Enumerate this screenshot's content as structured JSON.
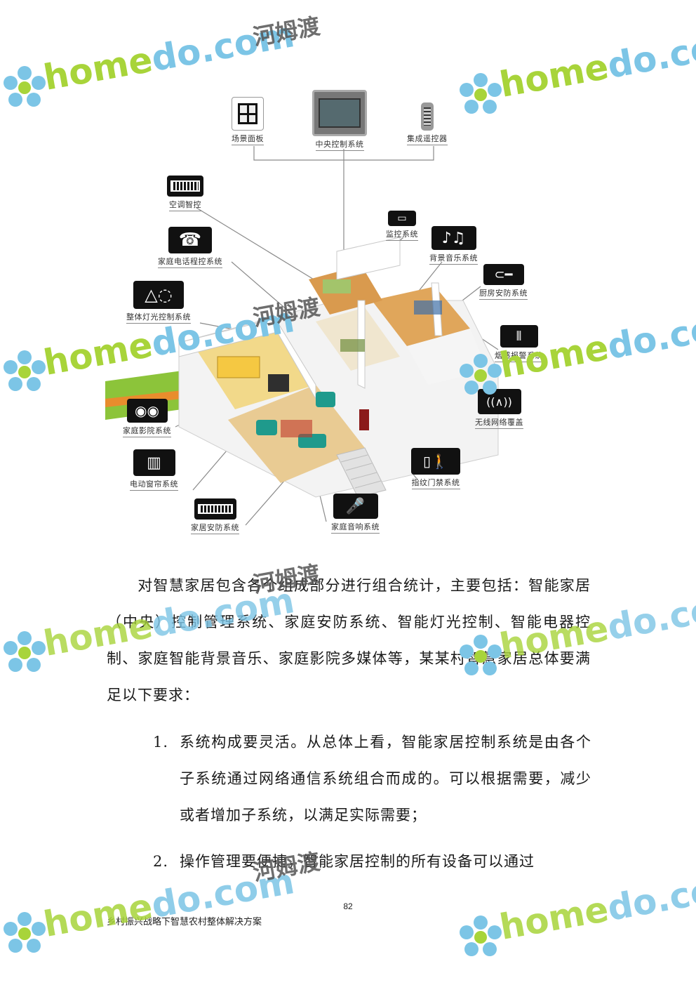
{
  "figure": {
    "callouts": {
      "scene_panel": "场景面板",
      "central_control": "中央控制系统",
      "remote": "集成遥控器",
      "ac": "空调智控",
      "phone": "家庭电话程控系统",
      "lighting": "整体灯光控制系统",
      "monitor": "监控系统",
      "music": "背景音乐系统",
      "kitchen": "厨房安防系统",
      "smoke": "烟感报警系统",
      "wireless": "无线网络覆盖",
      "theater": "家庭影院系统",
      "curtain": "电动窗帘系统",
      "fingerprint": "指纹门禁系统",
      "security": "家居安防系统",
      "audio": "家庭音响系统"
    }
  },
  "body": {
    "paragraph": "对智慧家居包含各个组成部分进行组合统计，主要包括：智能家居（中央）控制管理系统、家庭安防系统、智能灯光控制、智能电器控制、家庭智能背景音乐、家庭影院多媒体等，某某村智慧家居总体要满足以下要求：",
    "items": [
      {
        "num": "1.",
        "text": "系统构成要灵活。从总体上看，智能家居控制系统是由各个子系统通过网络通信系统组合而成的。可以根据需要，减少或者增加子系统，以满足实际需要；"
      },
      {
        "num": "2.",
        "text": "操作管理要便捷，智能家居控制的所有设备可以通过"
      }
    ]
  },
  "page_number": "82",
  "footer": "乡村振兴战略下智慧农村整体解决方案",
  "watermark": {
    "brand_home": "home",
    "brand_do": "do",
    "brand_com": ".com",
    "brand_cn": "河姆渡"
  },
  "colors": {
    "wm_green": "#a8d43a",
    "wm_blue": "#7cc5e6",
    "floor": "#e7c88d",
    "wall": "#f1f1f1"
  }
}
